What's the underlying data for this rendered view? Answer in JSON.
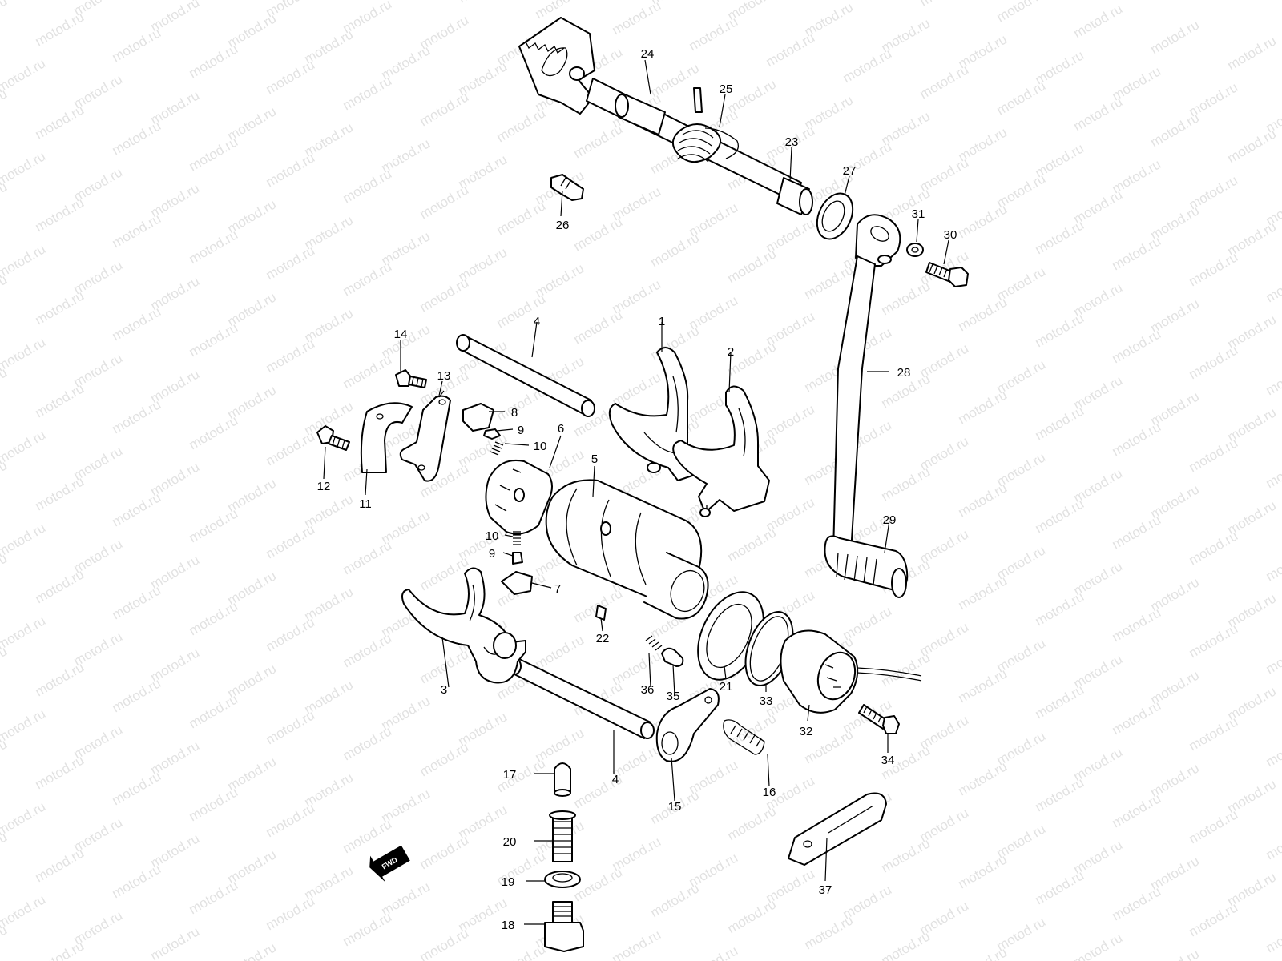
{
  "watermark": "motod.ru",
  "fwd_label": "FWD",
  "callouts": {
    "c1": "1",
    "c2": "2",
    "c3": "3",
    "c4a": "4",
    "c4b": "4",
    "c5": "5",
    "c6": "6",
    "c7": "7",
    "c8": "8",
    "c9a": "9",
    "c9b": "9",
    "c10a": "10",
    "c10b": "10",
    "c11": "11",
    "c12": "12",
    "c13": "13",
    "c14": "14",
    "c15": "15",
    "c16": "16",
    "c17": "17",
    "c18": "18",
    "c19": "19",
    "c20": "20",
    "c21": "21",
    "c22": "22",
    "c23": "23",
    "c24": "24",
    "c25": "25",
    "c26": "26",
    "c27": "27",
    "c28": "28",
    "c29": "29",
    "c30": "30",
    "c31": "31",
    "c32": "32",
    "c33": "33",
    "c34": "34",
    "c35": "35",
    "c36": "36",
    "c37": "37"
  }
}
